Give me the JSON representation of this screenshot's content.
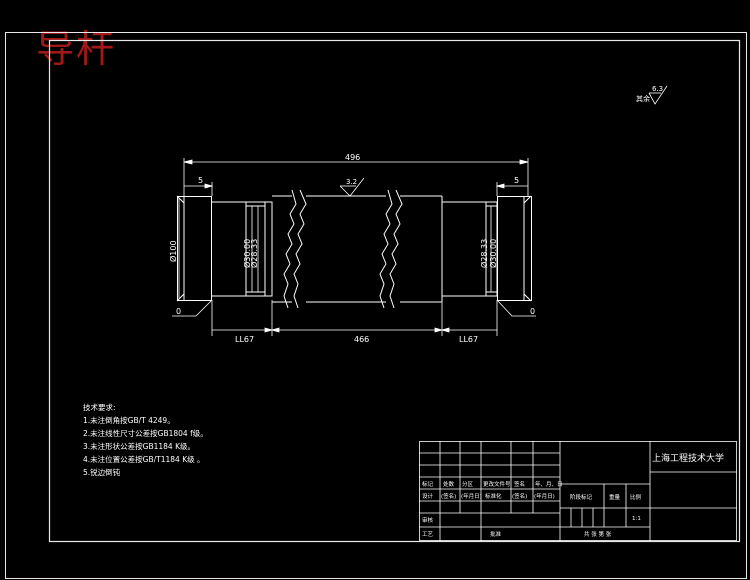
{
  "title": "导杆",
  "roughness": {
    "general_label": "其余",
    "general_value": "6.3",
    "surface_value": "3.2"
  },
  "dimensions": {
    "total_length": "496",
    "left_step": "5",
    "right_step": "5",
    "left_journal": "LL67",
    "middle_length": "466",
    "right_journal": "LL67",
    "dia_left_flange": "Ø100",
    "dia_left_shaft_a": "Ø30.00",
    "dia_left_shaft_b": "Ø28.33",
    "dia_right_shaft_a": "Ø28.33",
    "dia_right_shaft_b": "Ø30.00",
    "left_zero": "0",
    "right_zero": "0"
  },
  "notes": {
    "heading": "技术要求:",
    "items": [
      "1.未注倒角按GB/T 4249。",
      "2.未注线性尺寸公差按GB1804   f级。",
      "3.未注形状公差按GB1184   K级。",
      "4.未注位置公差按GB/T1184  K级  。",
      "5.锐边倒钝"
    ]
  },
  "title_block": {
    "university": "上海工程技术大学",
    "header_row": [
      "标记",
      "处数",
      "分区",
      "更改文件号",
      "签名",
      "年、月、日"
    ],
    "design_row": [
      "设计",
      "(签名)",
      "(年月日)",
      "标准化",
      "(签名)",
      "(年月日)"
    ],
    "stage_label": "阶段标记",
    "weight_label": "重量",
    "scale_label": "比例",
    "scale_value": "1:1",
    "review_label": "审核",
    "process_label": "工艺",
    "approve_label": "批准",
    "sheet_label": "共 张 第 张"
  }
}
